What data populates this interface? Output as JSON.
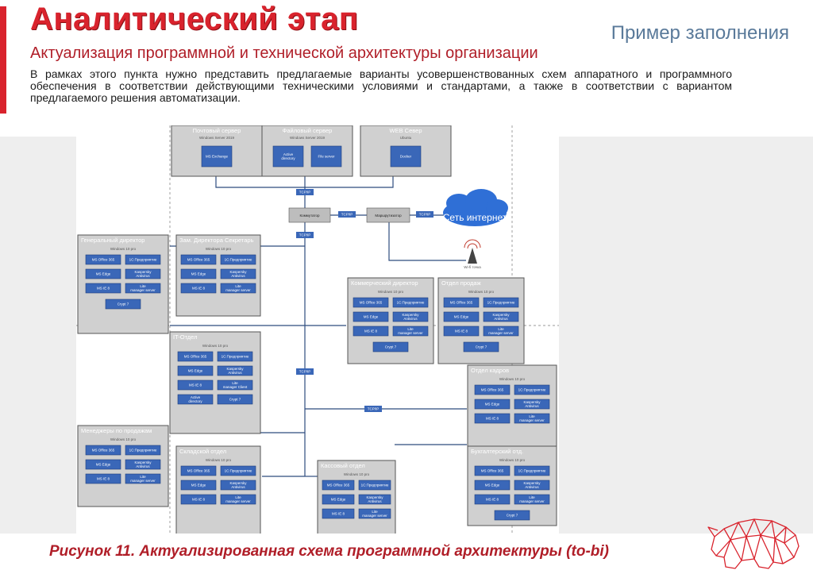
{
  "header": {
    "title": "Аналитический этап",
    "subtitle": "Актуализация программной и технической архитектуры организации",
    "example_label": "Пример заполнения",
    "description": "В рамках этого пункта нужно представить предлагаемые варианты усовершенствованных схем аппаратного и программного обеспечения в соответствии действующими техническими условиями и стандартами, а также в соответствии с вариантом предлагаемого решения автоматизации."
  },
  "caption": "Рисунок 11. Актуализированная схема программной архитектуры (to-bi)",
  "colors": {
    "accent": "#d9232d",
    "button": "#3a67b8",
    "box": "#d0d0d0",
    "link": "#2e4c7e",
    "cloud": "#2f6fd6"
  },
  "diagram": {
    "protocol_label": "TCP/IP",
    "internet_label": "Сеть интернет",
    "wifi_label": "Wi-fi точка",
    "switch_label": "Коммутатор",
    "router_label": "Маршрутизатор",
    "servers": [
      {
        "title": "Почтовый сервер",
        "os": "Windows Server 2019",
        "items": [
          "MS Exchange"
        ]
      },
      {
        "title": "Файловый сервер",
        "os": "Windows Server 2019",
        "items": [
          "Active directory",
          "File server"
        ]
      },
      {
        "title": "WEB Север",
        "os": "Ubuntu",
        "items": [
          "Docker"
        ]
      }
    ],
    "departments": [
      {
        "title": "Генеральный директор",
        "os": "Windows 10 pro",
        "items": [
          "MS Office 365",
          "1С:Предприятие",
          "MS Edge",
          "Kaspersky Antivirus",
          "MS IE 8",
          "Lite manager server"
        ],
        "footer": "Cryрt 7"
      },
      {
        "title": "Зам. Директора Секретарь",
        "os": "Windows 10 pro",
        "items": [
          "MS Office 365",
          "1С:Предприятие",
          "MS Edge",
          "Kaspersky Antivirus",
          "MS IE 8",
          "Lite manager server"
        ],
        "footer": ""
      },
      {
        "title": "IT-Отдел",
        "os": "Windows 10 pro",
        "items": [
          "MS Office 365",
          "1С:Предприятие",
          "MS Edge",
          "Kaspersky Antivirus",
          "MS IE 8",
          "Lite manager Client",
          "Active directory",
          "Cryрt 7"
        ],
        "footer": ""
      },
      {
        "title": "Менеджеры по продажам",
        "os": "Windows 10 pro",
        "items": [
          "MS Office 365",
          "1С:Предприятие",
          "MS Edge",
          "Kaspersky Antivirus",
          "MS IE 8",
          "Lite manager server"
        ],
        "footer": ""
      },
      {
        "title": "Складской отдел",
        "os": "Windows 10 pro",
        "items": [
          "MS Office 365",
          "1С:Предприятие",
          "MS Edge",
          "Kaspersky Antivirus",
          "MS IE 8",
          "Lite manager server"
        ],
        "footer": ""
      },
      {
        "title": "Кассовый отдел",
        "os": "Windows 10 pro",
        "items": [
          "MS Office 365",
          "1С:Предприятие",
          "MS Edge",
          "Kaspersky Antivirus",
          "MS IE 8",
          "Lite manager server"
        ],
        "footer": ""
      },
      {
        "title": "Коммерческий директор",
        "os": "Windows 10 pro",
        "items": [
          "MS Office 365",
          "1С:Предприятие",
          "MS Edge",
          "Kaspersky Antivirus",
          "MS IE 8",
          "Lite manager server"
        ],
        "footer": "Cryрt 7"
      },
      {
        "title": "Отдел продаж",
        "os": "Windows 10 pro",
        "items": [
          "MS Office 365",
          "1С:Предприятие",
          "MS Edge",
          "Kaspersky Antivirus",
          "MS IE 8",
          "Lite manager server"
        ],
        "footer": "Cryрt 7"
      },
      {
        "title": "Отдел кадров",
        "os": "Windows 10 pro",
        "items": [
          "MS Office 365",
          "1С:Предприятие",
          "MS Edge",
          "Kaspersky Antivirus",
          "MS IE 8",
          "Lite manager server"
        ],
        "footer": ""
      },
      {
        "title": "Бухгалтерский отд.",
        "os": "Windows 10 pro",
        "items": [
          "MS Office 365",
          "1С:Предприятие",
          "MS Edge",
          "Kaspersky Antivirus",
          "MS IE 8",
          "Lite manager server"
        ],
        "footer": "Cryрt 7"
      }
    ]
  }
}
